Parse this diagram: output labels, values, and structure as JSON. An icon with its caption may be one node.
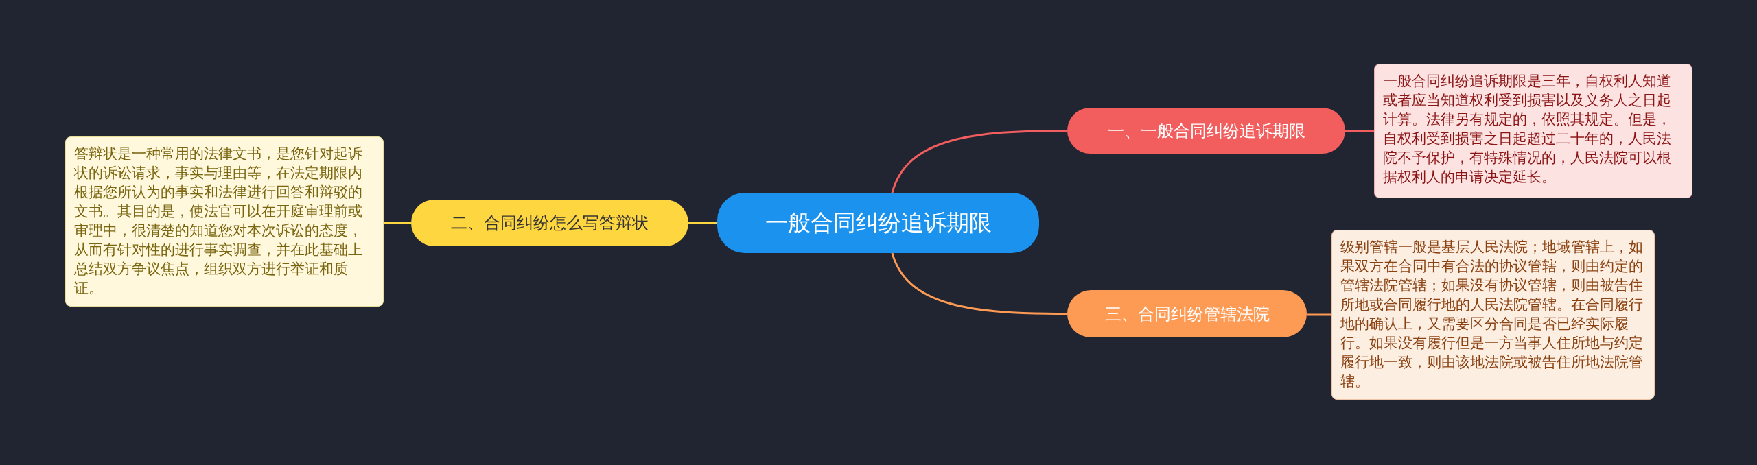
{
  "diagram": {
    "nodes": [
      {
        "text": [
          "一般合同纠纷追诉期限"
        ]
      },
      {
        "text": [
          "一、一般合同纠纷追诉期限"
        ]
      },
      {
        "text": [
          "一般合同纠纷追诉期限是三年，自权利人知道或者应当知道权利受到损害以及义务人之日起计算。法律另有规定的，依照其规定。但是，自权利受到损害之日起超过二十年的，人民法院不予保护，有特殊情况的，人民法院可以根据权利人的申请决定延长。"
        ]
      },
      {
        "text": [
          "二、合同纠纷怎么写答辩状"
        ]
      },
      {
        "text": [
          "答辩状是一种常用的法律文书，是您针对起诉状的诉讼请求，事实与理由等，在法定期限内根据您所认为的事实和法律进行回答和辩驳的文书。其目的是，使法官可以在开庭审理前或审理中，很清楚的知道您对本次诉讼的态度，从而有针对性的进行事实调查，并在此基础上总结双方争议焦点，组织双方进行举证和质证。"
        ]
      },
      {
        "text": [
          "三、合同纠纷管辖法院"
        ]
      },
      {
        "text": [
          "级别管辖一般是基层人民法院；地域管辖上，如果双方在合同中有合法的协议管辖，则由约定的管辖法院管辖；如果没有协议管辖，则由被告住所地或合同履行地的人民法院管辖。在合同履行地的确认上，又需要区分合同是否已经实际履行。如果没有履行但是一方当事人住所地与约定履行地一致，则由该地法院或被告住所地法院管辖。"
        ]
      }
    ],
    "edges": [
      {
        "from": 0,
        "to": 1,
        "arrow": "none",
        "color": "#f25d5d"
      },
      {
        "from": 1,
        "to": 2,
        "arrow": "none",
        "color": "#f25d5d"
      },
      {
        "from": 0,
        "to": 3,
        "arrow": "none",
        "color": "#fdd640"
      },
      {
        "from": 3,
        "to": 4,
        "arrow": "none",
        "color": "#fdd640"
      },
      {
        "from": 0,
        "to": 5,
        "arrow": "none",
        "color": "#fd9a54"
      },
      {
        "from": 5,
        "to": 6,
        "arrow": "none",
        "color": "#fd9a54"
      }
    ]
  }
}
